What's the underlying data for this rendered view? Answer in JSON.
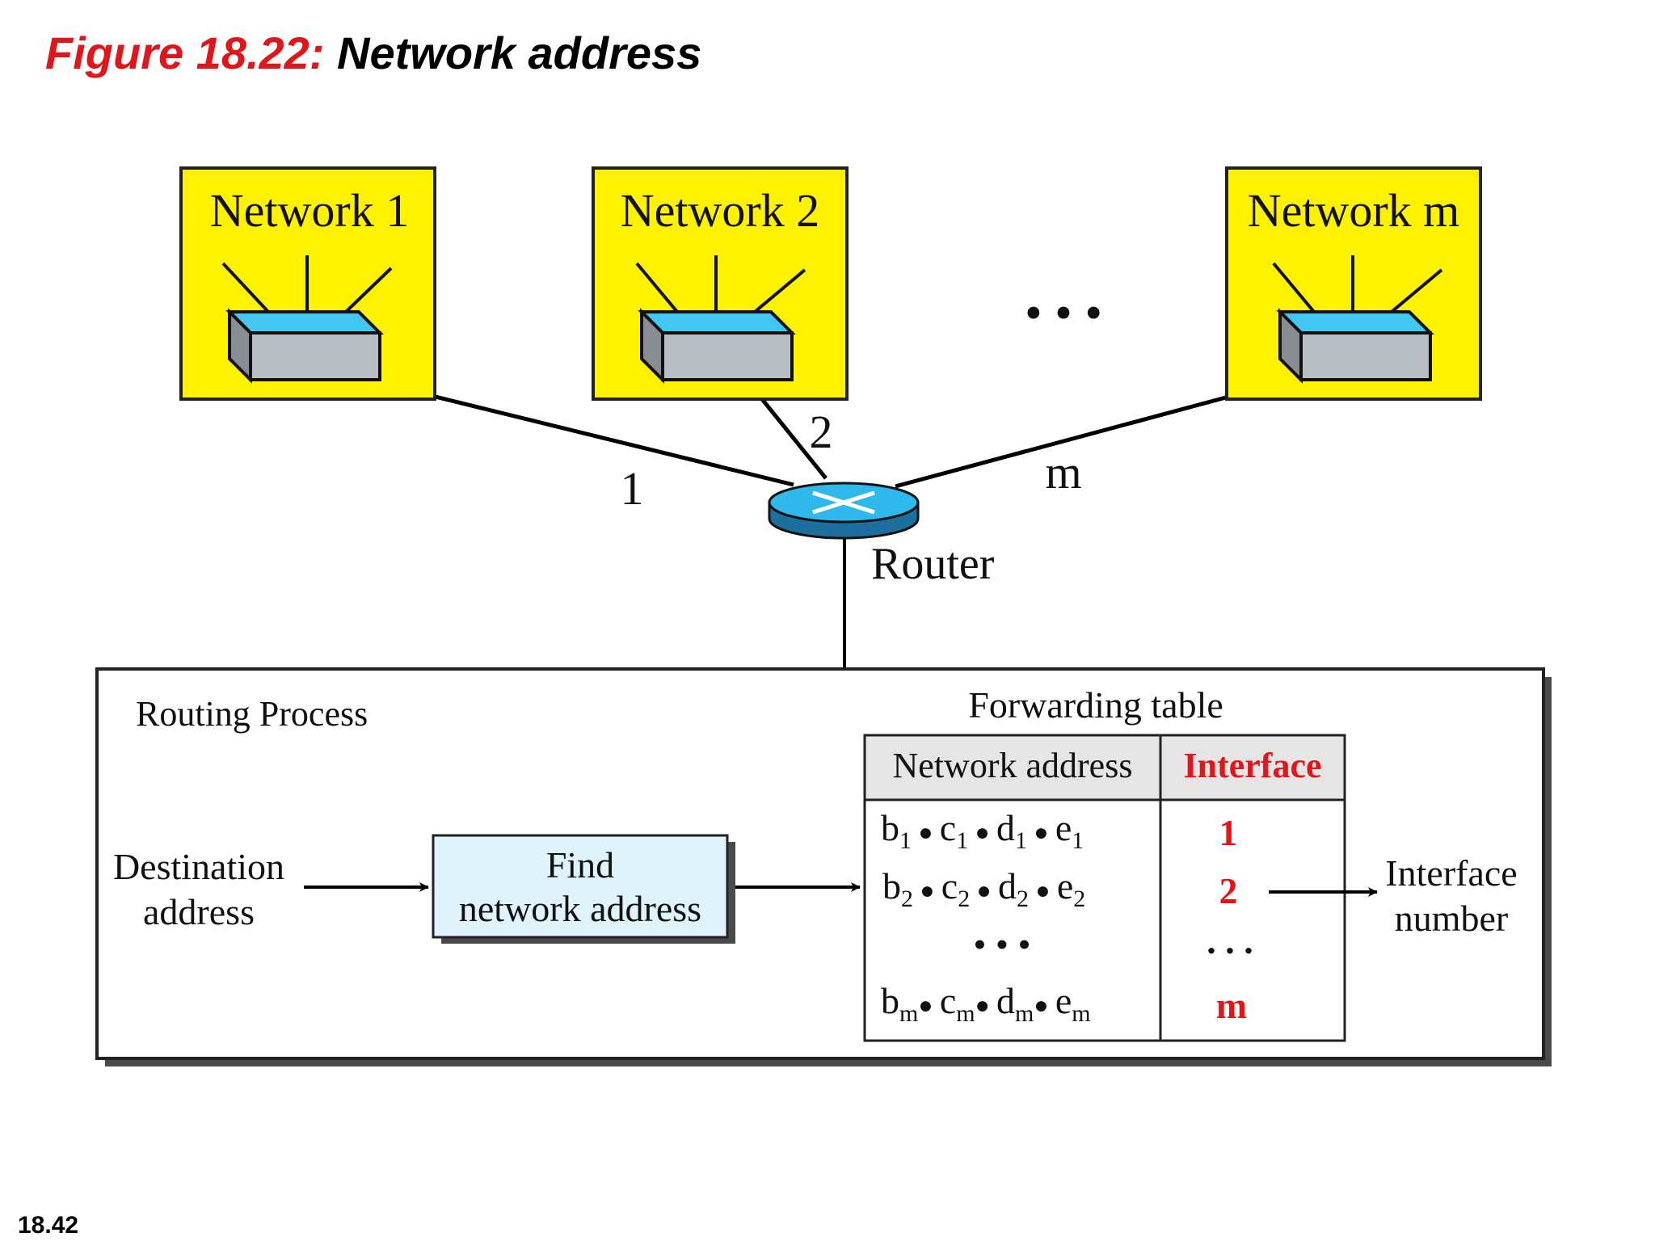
{
  "title": {
    "figure_label": "Figure 18.22:",
    "text": " Network address"
  },
  "slide_number": "18.42",
  "colors": {
    "title_red": "#e0161b",
    "network_fill": "#fff200",
    "switch_top": "#40c8f0",
    "switch_body": "#b9bec4",
    "router_top": "#2fb8ec",
    "router_body": "#1d6fa0",
    "process_box_fill": "#dff3fb",
    "table_header_fill": "#e5e5e5",
    "interface_red": "#e0161b"
  },
  "networks": [
    {
      "label": "Network 1",
      "link_label": "1"
    },
    {
      "label": "Network 2",
      "link_label": "2"
    },
    {
      "label": "Network m",
      "link_label": "m"
    }
  ],
  "ellipsis": "• • •",
  "router": {
    "label": "Router"
  },
  "routing": {
    "title": "Routing Process",
    "input_line1": "Destination",
    "input_line2": "address",
    "process_line1": "Find",
    "process_line2": "network address",
    "output_line1": "Interface",
    "output_line2": "number"
  },
  "table": {
    "caption": "Forwarding table",
    "header_address": "Network address",
    "header_interface": "Interface",
    "rows": [
      {
        "b": "b",
        "c": "c",
        "d": "d",
        "e": "e",
        "sub": "1",
        "interface": "1"
      },
      {
        "b": "b",
        "c": "c",
        "d": "d",
        "e": "e",
        "sub": "2",
        "interface": "2"
      },
      {
        "ellipsis": "• • •",
        "interface": ". . ."
      },
      {
        "b": "b",
        "c": "c",
        "d": "d",
        "e": "e",
        "sub": "m",
        "interface": "m"
      }
    ]
  }
}
